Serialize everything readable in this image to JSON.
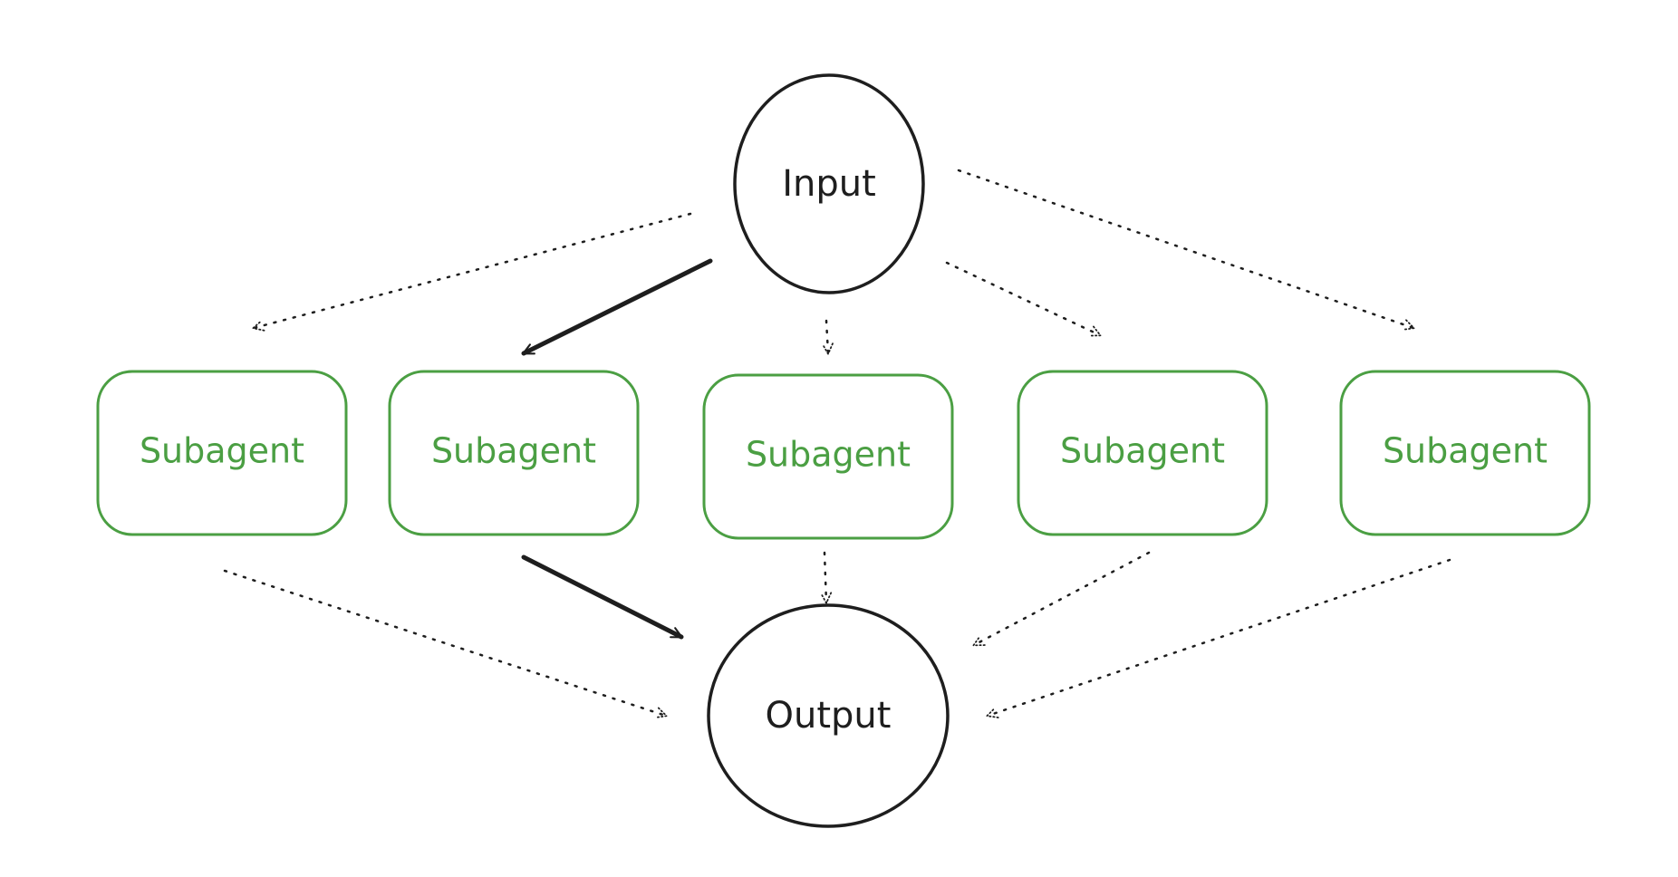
{
  "diagram": {
    "input": {
      "label": "Input"
    },
    "output": {
      "label": "Output"
    },
    "subagents": [
      {
        "label": "Subagent",
        "active": false
      },
      {
        "label": "Subagent",
        "active": true
      },
      {
        "label": "Subagent",
        "active": false
      },
      {
        "label": "Subagent",
        "active": false
      },
      {
        "label": "Subagent",
        "active": false
      }
    ],
    "colors": {
      "stroke": "#1e1e1e",
      "subagent": "#4b9f43",
      "background": "#ffffff"
    }
  }
}
